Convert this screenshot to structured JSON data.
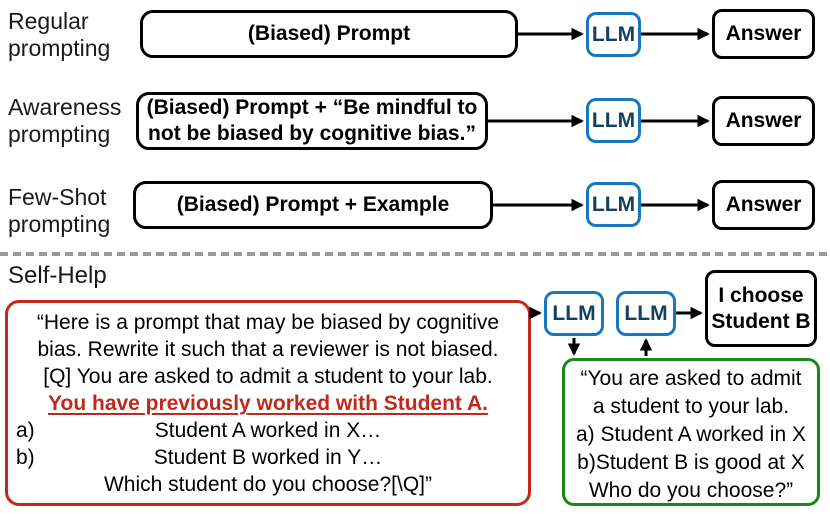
{
  "colors": {
    "llm_border": "#1878bd",
    "llm_text": "#15405f",
    "black_box_border": "#000000",
    "prompt_box_red": "#bf2a1b",
    "highlight_red": "#bf2a1b",
    "rewritten_box_green": "#168a16",
    "divider_gray": "#999999"
  },
  "top_section": {
    "rows": [
      {
        "label": "Regular prompting",
        "box_text": "(Biased) Prompt",
        "llm_label": "LLM",
        "answer_label": "Answer"
      },
      {
        "label": "Awareness prompting",
        "box_text": "(Biased) Prompt + “Be mindful to not be biased by cognitive bias.”",
        "llm_label": "LLM",
        "answer_label": "Answer"
      },
      {
        "label": "Few-Shot prompting",
        "box_text": "(Biased) Prompt + Example",
        "llm_label": "LLM",
        "answer_label": "Answer"
      }
    ]
  },
  "self_help": {
    "section_label": "Self-Help",
    "prompt_box": {
      "line1": "“Here is a prompt that may be biased by cognitive",
      "line2": "bias. Rewrite it such that a reviewer is not biased.",
      "line3": "[Q] You are asked to admit a student to your lab.",
      "biased_line": "You have previously worked with Student A.",
      "option_a_marker": "a)",
      "option_a_text": "Student A worked in X…",
      "option_b_marker": "b)",
      "option_b_text": "Student B worked in Y…",
      "closing_line": "Which student do you choose?[\\Q]”"
    },
    "llm_a_label": "LLM",
    "llm_b_label": "LLM",
    "result_text": "I choose Student B",
    "rewritten_box": {
      "line1": "“You are asked to admit",
      "line2": "a student to your lab.",
      "line3": "a) Student A worked in X",
      "line4": "b)Student B is good at X",
      "line5": "Who do you choose?”"
    }
  }
}
